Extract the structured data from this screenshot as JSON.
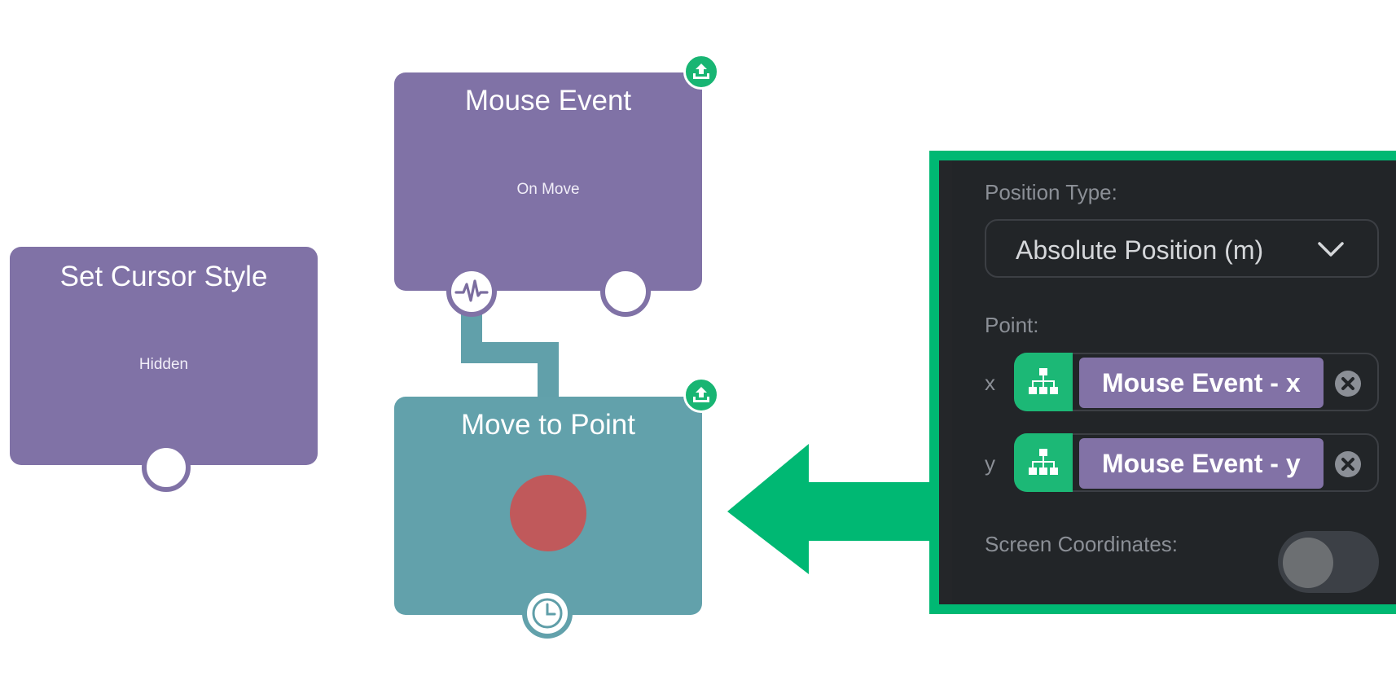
{
  "nodes": {
    "set_cursor": {
      "title": "Set Cursor Style",
      "subtitle": "Hidden"
    },
    "mouse_event": {
      "title": "Mouse Event",
      "subtitle": "On Move"
    },
    "move_to_point": {
      "title": "Move to Point"
    }
  },
  "panel": {
    "position_type_label": "Position Type:",
    "position_type_value": "Absolute Position (m)",
    "point_label": "Point:",
    "x_axis_label": "x",
    "y_axis_label": "y",
    "x_value": "Mouse Event - x",
    "y_value": "Mouse Event - y",
    "screen_coordinates_label": "Screen Coordinates:",
    "screen_coordinates_enabled": false
  },
  "colors": {
    "node_purple": "#8072a6",
    "node_teal": "#62a1ab",
    "accent_green": "#00b873",
    "record_red": "#c0595b",
    "panel_bg": "#222528"
  },
  "icons": {
    "export": "upload-tray-icon",
    "pulse": "pulse-icon",
    "clock": "clock-icon",
    "tree": "hierarchy-icon",
    "chevron": "chevron-down-icon",
    "clear": "close-circle-icon"
  }
}
